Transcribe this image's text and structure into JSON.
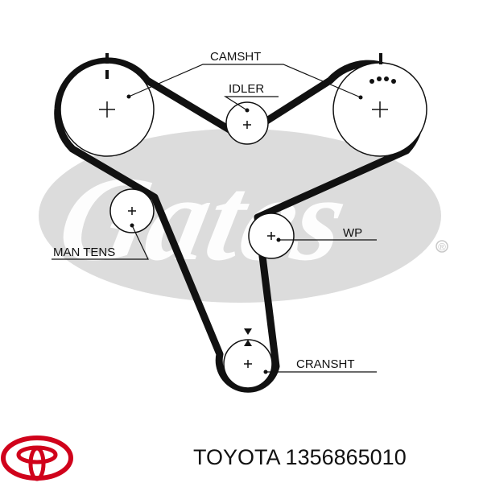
{
  "diagram": {
    "labels": {
      "camshaft": "CAMSHT",
      "idler": "IDLER",
      "man_tens": "MAN TENS",
      "water_pump": "WP",
      "crankshaft": "CRANSHT"
    },
    "watermark": {
      "text": "Gates",
      "symbol": "®",
      "color": "#d9d9d9"
    },
    "belt_color": "#111111"
  },
  "footer": {
    "brand": "TOYOTA",
    "part_number": "1356865010",
    "logo_color": "#d0021b",
    "logo": "toyota-logo"
  }
}
